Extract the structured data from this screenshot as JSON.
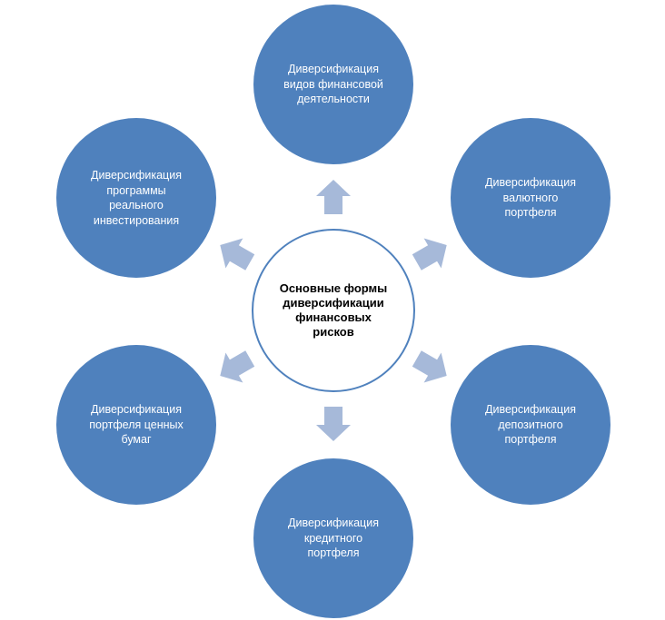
{
  "colors": {
    "node_fill": "#4f81bd",
    "arrow_fill": "#a6b9d9",
    "center_border": "#4f81bd"
  },
  "center": {
    "text": "Основные формы\nдиверсификации\nфинансовых\nрисков"
  },
  "nodes": [
    {
      "id": "financial-activity",
      "text": "Диверсификация\nвидов финансовой\nдеятельности"
    },
    {
      "id": "currency-portfolio",
      "text": "Диверсификация\nвалютного\nпортфеля"
    },
    {
      "id": "deposit-portfolio",
      "text": "Диверсификация\nдепозитного\nпортфеля"
    },
    {
      "id": "credit-portfolio",
      "text": "Диверсификация\nкредитного\nпортфеля"
    },
    {
      "id": "securities-portfolio",
      "text": "Диверсификация\nпортфеля ценных\nбумаг"
    },
    {
      "id": "real-investment",
      "text": "Диверсификация\nпрограммы\nреального\nинвестирования"
    }
  ]
}
